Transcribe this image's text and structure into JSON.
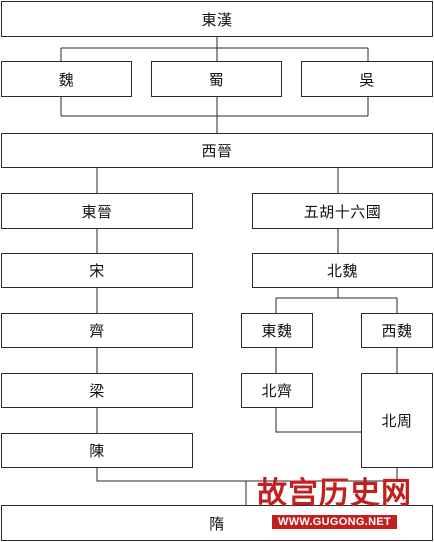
{
  "nodes": {
    "donghan": "東漢",
    "wei": "魏",
    "shu": "蜀",
    "wu": "吳",
    "xijin": "西晉",
    "dongjin": "東晉",
    "wuhu": "五胡十六國",
    "song": "宋",
    "beiwei": "北魏",
    "qi": "齊",
    "dongwei": "東魏",
    "xiwei": "西魏",
    "liang": "梁",
    "beiqi": "北齊",
    "beizhou": "北周",
    "chen": "陳",
    "sui": "隋"
  },
  "watermark": {
    "title": "故宫历史网",
    "url": "WWW.GUGONG.NET"
  }
}
